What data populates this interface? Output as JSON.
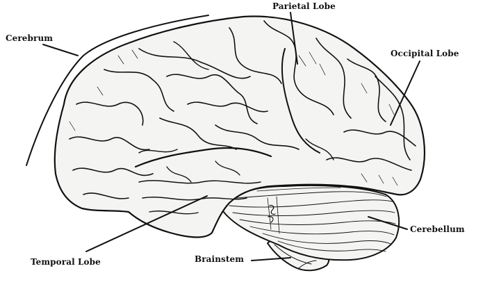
{
  "diagram": {
    "labels": {
      "cerebrum": "Cerebrum",
      "parietal_lobe": "Parietal Lobe",
      "occipital_lobe": "Occipital Lobe",
      "cerebellum": "Cerebellum",
      "temporal_lobe": "Temporal Lobe",
      "brainstem": "Brainstem"
    },
    "colors": {
      "ink": "#111111",
      "fill": "#f4f4f2",
      "background": "#ffffff"
    }
  }
}
